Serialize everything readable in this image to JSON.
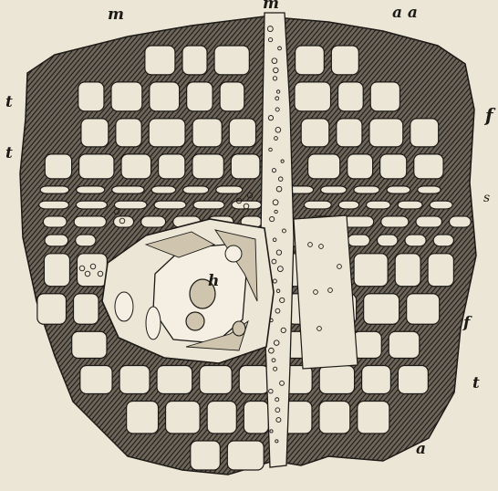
{
  "figure": {
    "background_color": "#ece6d6",
    "ink_color": "#1c1a17",
    "labels": {
      "m_left": "m",
      "m_top": "m",
      "aa": "a a",
      "t_upper": "t",
      "t_middle": "t",
      "t_lower": "t",
      "f_upper": "f",
      "f_lower": "f",
      "s": "s",
      "h": "h",
      "a": "a"
    }
  }
}
